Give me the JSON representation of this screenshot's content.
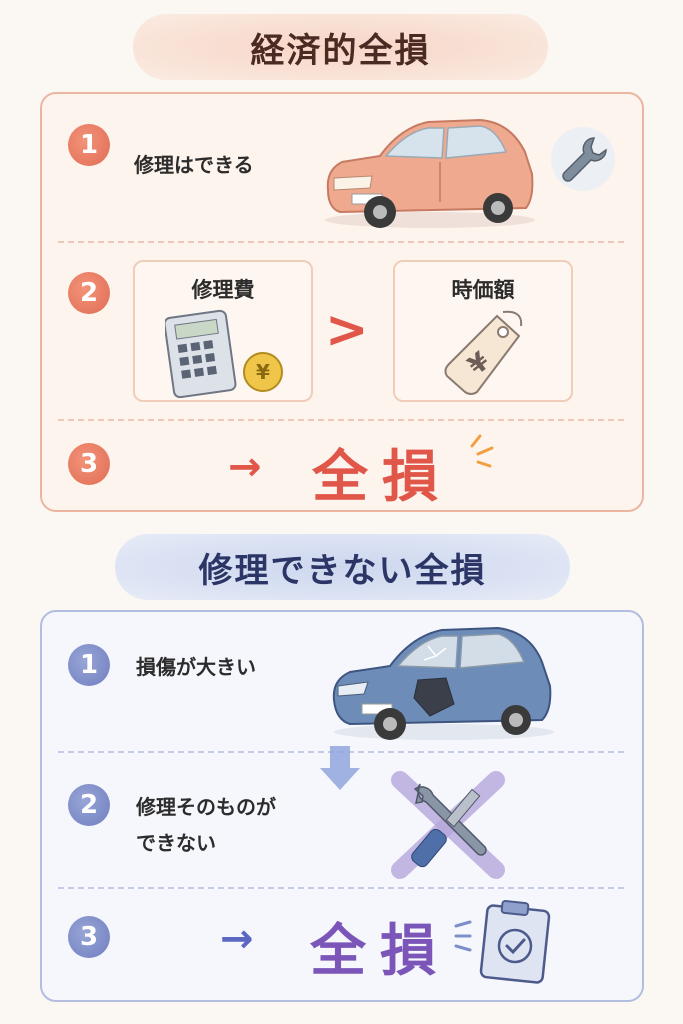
{
  "sections": [
    {
      "title": "経済的全損",
      "steps": [
        {
          "number": "1",
          "text": "修理はできる"
        },
        {
          "number": "2",
          "left_box": "修理費",
          "comparator": ">",
          "right_box": "時価額"
        },
        {
          "number": "3",
          "arrow": "→",
          "result": "全損"
        }
      ]
    },
    {
      "title": "修理できない全損",
      "steps": [
        {
          "number": "1",
          "text": "損傷が大きい"
        },
        {
          "number": "2",
          "text_line1": "修理そのものが",
          "text_line2": "できない"
        },
        {
          "number": "3",
          "arrow": "→",
          "result": "全損"
        }
      ]
    }
  ],
  "icons": {
    "s1_step1": [
      "car-icon",
      "wrench-icon"
    ],
    "s1_step2": [
      "calculator-icon",
      "yen-coin-icon",
      "yen-price-tag-icon"
    ],
    "s2_step1": [
      "damaged-car-icon"
    ],
    "s2_step2": [
      "down-arrow-icon",
      "crossed-tools-icon"
    ],
    "s2_step3": [
      "clipboard-check-icon"
    ]
  },
  "colors": {
    "red_accent": "#e06c55",
    "red_panel_border": "#eab6a2",
    "blue_accent": "#6f7fc0",
    "blue_panel_border": "#b3bedf",
    "result_purple": "#7b56b8"
  }
}
